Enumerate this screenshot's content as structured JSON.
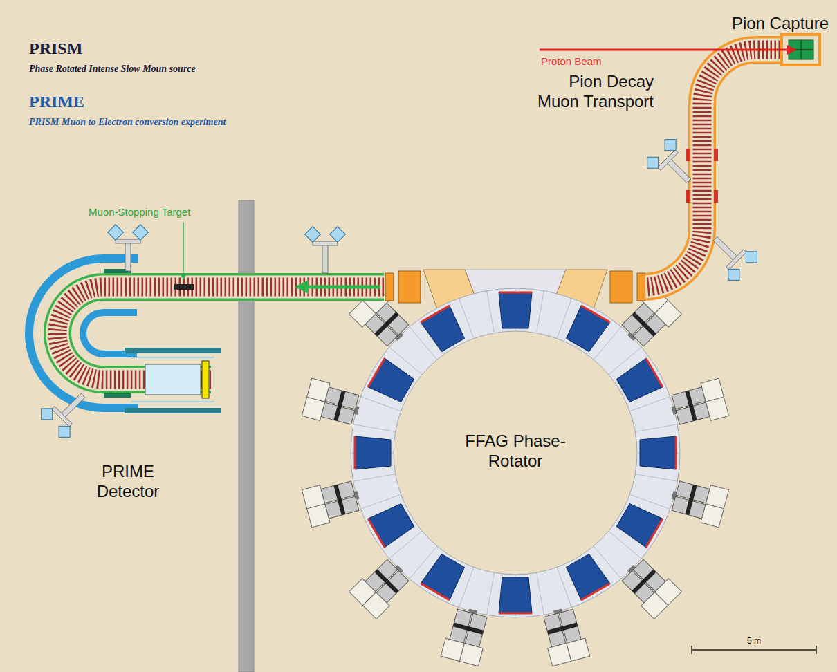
{
  "diagram": {
    "labels": [
      "PRISM",
      "Phase Rotated Intense Slow Moun source",
      "PRIME",
      "PRISM Muon to Electron conversion experiment",
      "Pion Capture",
      "Proton Beam",
      "Pion Decay Muon Transport",
      "Muon-Stopping Target",
      "FFAG Phase-Rotator",
      "PRIME Detector",
      "5 m"
    ]
  }
}
